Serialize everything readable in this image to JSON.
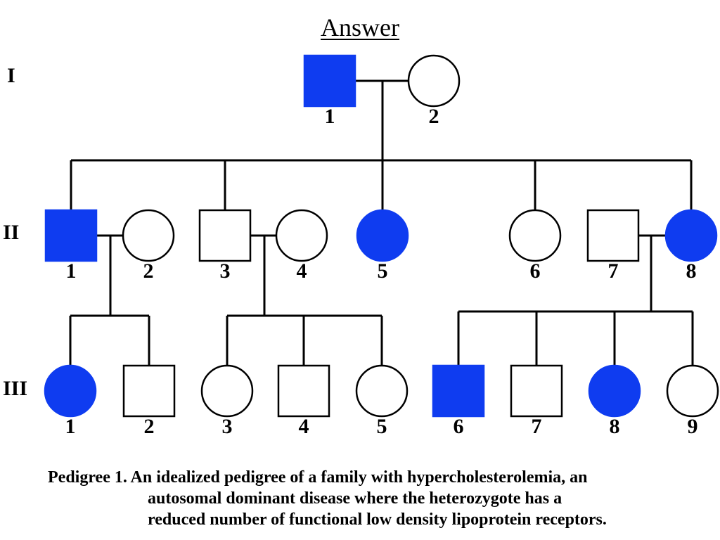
{
  "title": "Answer",
  "generations": [
    "I",
    "II",
    "III"
  ],
  "colors": {
    "affected": "#0f3cf0",
    "unaffected": "#ffffff",
    "line": "#000000"
  },
  "individuals": [
    {
      "id": "I-1",
      "gen": "I",
      "number": "1",
      "sex": "male",
      "affected": true
    },
    {
      "id": "I-2",
      "gen": "I",
      "number": "2",
      "sex": "female",
      "affected": false
    },
    {
      "id": "II-1",
      "gen": "II",
      "number": "1",
      "sex": "male",
      "affected": true
    },
    {
      "id": "II-2",
      "gen": "II",
      "number": "2",
      "sex": "female",
      "affected": false
    },
    {
      "id": "II-3",
      "gen": "II",
      "number": "3",
      "sex": "male",
      "affected": false
    },
    {
      "id": "II-4",
      "gen": "II",
      "number": "4",
      "sex": "female",
      "affected": false
    },
    {
      "id": "II-5",
      "gen": "II",
      "number": "5",
      "sex": "female",
      "affected": true
    },
    {
      "id": "II-6",
      "gen": "II",
      "number": "6",
      "sex": "female",
      "affected": false
    },
    {
      "id": "II-7",
      "gen": "II",
      "number": "7",
      "sex": "male",
      "affected": false
    },
    {
      "id": "II-8",
      "gen": "II",
      "number": "8",
      "sex": "female",
      "affected": true
    },
    {
      "id": "III-1",
      "gen": "III",
      "number": "1",
      "sex": "female",
      "affected": true
    },
    {
      "id": "III-2",
      "gen": "III",
      "number": "2",
      "sex": "male",
      "affected": false
    },
    {
      "id": "III-3",
      "gen": "III",
      "number": "3",
      "sex": "female",
      "affected": false
    },
    {
      "id": "III-4",
      "gen": "III",
      "number": "4",
      "sex": "male",
      "affected": false
    },
    {
      "id": "III-5",
      "gen": "III",
      "number": "5",
      "sex": "female",
      "affected": false
    },
    {
      "id": "III-6",
      "gen": "III",
      "number": "6",
      "sex": "male",
      "affected": true
    },
    {
      "id": "III-7",
      "gen": "III",
      "number": "7",
      "sex": "male",
      "affected": false
    },
    {
      "id": "III-8",
      "gen": "III",
      "number": "8",
      "sex": "female",
      "affected": true
    },
    {
      "id": "III-9",
      "gen": "III",
      "number": "9",
      "sex": "female",
      "affected": false
    }
  ],
  "matings": [
    {
      "parents": [
        "I-1",
        "I-2"
      ],
      "children": [
        "II-1",
        "II-3",
        "II-5",
        "II-6",
        "II-8"
      ]
    },
    {
      "parents": [
        "II-1",
        "II-2"
      ],
      "children": [
        "III-1",
        "III-2"
      ]
    },
    {
      "parents": [
        "II-3",
        "II-4"
      ],
      "children": [
        "III-3",
        "III-4",
        "III-5"
      ]
    },
    {
      "parents": [
        "II-7",
        "II-8"
      ],
      "children": [
        "III-6",
        "III-7",
        "III-8",
        "III-9"
      ]
    }
  ],
  "caption": {
    "line1": "Pedigree 1. An idealized pedigree of a family with hypercholesterolemia, an",
    "line2": "autosomal dominant disease where the heterozygote has a",
    "line3": "reduced number of functional low density lipoprotein receptors."
  }
}
